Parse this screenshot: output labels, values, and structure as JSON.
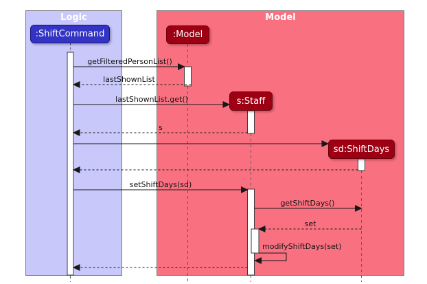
{
  "diagram_type": "uml-sequence-diagram",
  "frames": [
    {
      "title": "Logic"
    },
    {
      "title": "Model"
    }
  ],
  "participants": [
    {
      "label": ":ShiftCommand",
      "frame": "Logic"
    },
    {
      "label": ":Model",
      "frame": "Model"
    },
    {
      "label": "s:Staff",
      "frame": "Model"
    },
    {
      "label": "sd:ShiftDays",
      "frame": "Model"
    }
  ],
  "messages": [
    {
      "from": ":ShiftCommand",
      "to": ":Model",
      "label": "getFilteredPersonList()",
      "style": "solid"
    },
    {
      "from": ":Model",
      "to": ":ShiftCommand",
      "label": "lastShownList",
      "style": "dashed-return"
    },
    {
      "from": ":ShiftCommand",
      "to": "s:Staff",
      "label": "lastShownList.get()",
      "style": "solid-create"
    },
    {
      "from": "s:Staff",
      "to": ":ShiftCommand",
      "label": "s",
      "style": "dashed-return"
    },
    {
      "from": ":ShiftCommand",
      "to": "sd:ShiftDays",
      "label": "",
      "style": "solid-create"
    },
    {
      "from": "sd:ShiftDays",
      "to": ":ShiftCommand",
      "label": "",
      "style": "dashed-return"
    },
    {
      "from": ":ShiftCommand",
      "to": "s:Staff",
      "label": "setShiftDays(sd)",
      "style": "solid"
    },
    {
      "from": "s:Staff",
      "to": "sd:ShiftDays",
      "label": "getShiftDays()",
      "style": "solid"
    },
    {
      "from": "sd:ShiftDays",
      "to": "s:Staff",
      "label": "set",
      "style": "dashed-return"
    },
    {
      "from": "s:Staff",
      "to": "s:Staff",
      "label": "modifyShiftDays(set)",
      "style": "self-call"
    },
    {
      "from": "s:Staff",
      "to": ":ShiftCommand",
      "label": "",
      "style": "dashed-return"
    }
  ],
  "colors": {
    "logic_frame_fill": "#C8C8FA",
    "model_frame_fill": "#F97181",
    "logic_participant_fill": "#3333C4",
    "model_participant_fill": "#9D0012",
    "frame_border": "#7A7A7A",
    "frame_title_text": "#FFFFFF",
    "participant_text": "#FFFFFF",
    "message_text": "#131313",
    "arrow_color": "#181818",
    "lifeline_color": "#5A5A5A",
    "activation_fill": "#FFFFFF"
  }
}
